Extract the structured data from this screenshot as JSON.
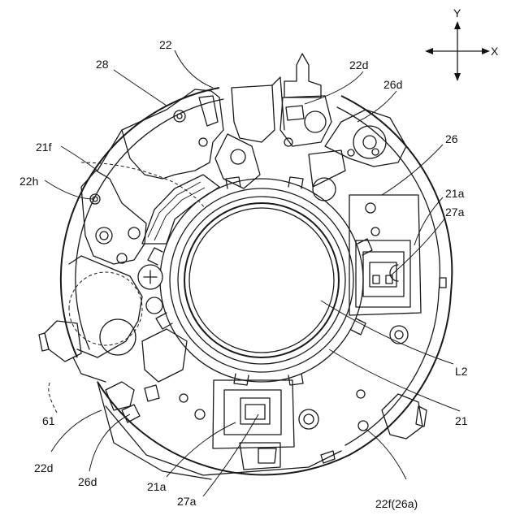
{
  "axes": {
    "y_label": "Y",
    "x_label": "X"
  },
  "labels": {
    "l22": "22",
    "l28": "28",
    "l22d_top": "22d",
    "l26d_top": "26d",
    "l26": "26",
    "l21f": "21f",
    "l22h": "22h",
    "l21a_right": "21a",
    "l27a_right": "27a",
    "lL2": "L2",
    "l21": "21",
    "l61": "61",
    "l22d_bottom": "22d",
    "l26d_bottom": "26d",
    "l21a_bottom": "21a",
    "l27a_bottom": "27a",
    "l22f": "22f(26a)"
  }
}
